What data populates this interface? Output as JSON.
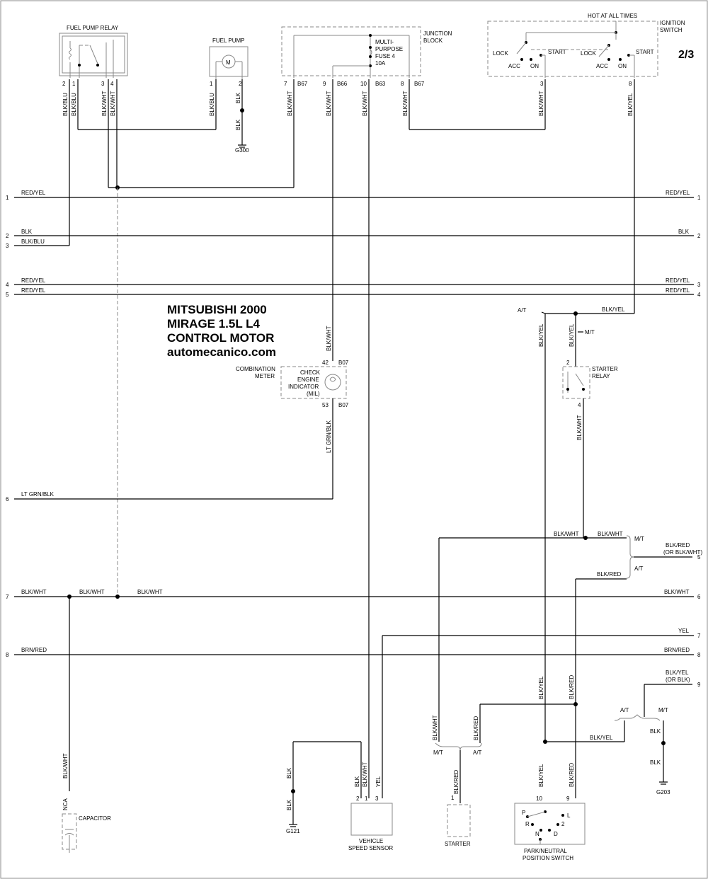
{
  "page_number": "2/3",
  "title": {
    "line1": "MITSUBISHI 2000",
    "line2": "MIRAGE 1.5L L4",
    "line3": "CONTROL MOTOR",
    "line4": "automecanico.com"
  },
  "components": {
    "fuel_pump_relay": "FUEL PUMP RELAY",
    "fuel_pump": "FUEL PUMP",
    "fuel_pump_motor_symbol": "M",
    "junction_block": [
      "JUNCTION",
      "BLOCK"
    ],
    "fuse": [
      "MULTI-",
      "PURPOSE",
      "FUSE 4",
      "10A"
    ],
    "hot_at_all_times": "HOT AT ALL TIMES",
    "ignition_switch": [
      "IGNITION",
      "SWITCH"
    ],
    "ign_lock": "LOCK",
    "ign_acc": "ACC",
    "ign_on": "ON",
    "ign_start": "START",
    "combination_meter": [
      "COMBINATION",
      "METER"
    ],
    "check_engine": [
      "CHECK",
      "ENGINE",
      "INDICATOR",
      "(MIL)"
    ],
    "starter_relay": [
      "STARTER",
      "RELAY"
    ],
    "capacitor": "CAPACITOR",
    "vehicle_speed_sensor": [
      "VEHICLE",
      "SPEED SENSOR"
    ],
    "starter": "STARTER",
    "park_neutral": [
      "PARK/NEUTRAL",
      "POSITION SWITCH"
    ],
    "prnd": [
      "P",
      "R",
      "N",
      "D",
      "2",
      "L"
    ]
  },
  "grounds": [
    "G300",
    "G121",
    "G203"
  ],
  "pins": {
    "relay": [
      "2",
      "1",
      "3",
      "4"
    ],
    "pump": [
      "1",
      "2"
    ],
    "jb": [
      {
        "pin": "7",
        "conn": "B67"
      },
      {
        "pin": "9",
        "conn": "B66"
      },
      {
        "pin": "10",
        "conn": "B63"
      },
      {
        "pin": "8",
        "conn": "B67"
      }
    ],
    "ign": [
      "3",
      "8"
    ],
    "meter_top": {
      "pin": "42",
      "conn": "B07"
    },
    "meter_bot": {
      "pin": "53",
      "conn": "B07"
    },
    "starter_relay": [
      "2",
      "4"
    ],
    "vss": [
      "2",
      "1",
      "3"
    ],
    "starter": "1",
    "pnp": [
      "10",
      "9"
    ]
  },
  "wires": {
    "relay_col": [
      "BLK/BLU",
      "BLK/BLU",
      "BLK/WHT",
      "BLK/WHT"
    ],
    "pump1": "BLK/BLU",
    "pump2": "BLK",
    "pump2b": "BLK",
    "jb7": "BLK/WHT",
    "jb9": "BLK/WHT",
    "jb10": "BLK/WHT",
    "jb8": "BLK/WHT",
    "ign3": "BLK/WHT",
    "ign8": "BLK/YEL",
    "meter_in": "BLK/WHT",
    "meter_out": "LT GRN/BLK",
    "at_left": "BLK/YEL",
    "mt_right": "BLK/YEL",
    "sr_out": "BLK/WHT",
    "blkyel_top": "BLK/YEL",
    "at_label": "A/T",
    "mt_label": "M/T",
    "blkwht_h1": "BLK/WHT",
    "blkwht_h2": "BLK/WHT",
    "mt2": "M/T",
    "at2": "A/T",
    "blkred_alt": [
      "BLK/RED",
      "(OR BLK/WHT)"
    ],
    "blkred_h": "BLK/RED",
    "cap_wire": "BLK/WHT",
    "cap_nca": "NCA",
    "lower_blkyel": "BLK/YEL",
    "lower_blkred": "BLK/RED",
    "vss_blk": "BLK",
    "vss_blk2": "BLK",
    "vss_c1": "BLK",
    "vss_c2": "BLK/WHT",
    "vss_c3": "YEL",
    "blkwht_low": "BLK/WHT",
    "blkred_low": "BLK/RED",
    "mt3": "M/T",
    "at3": "A/T",
    "starter_wire": "BLK/RED",
    "pnp_blkyel": "BLK/YEL",
    "pnp_blkred": "BLK/RED",
    "blkyel_h": "BLK/YEL",
    "at4": "A/T",
    "mt4": "M/T",
    "blkyel_or": [
      "BLK/YEL",
      "(OR BLK)"
    ],
    "g203_blk1": "BLK",
    "g203_blk2": "BLK"
  },
  "bus_rows": [
    {
      "left_num": "1",
      "left_label": "RED/YEL",
      "right_label": "RED/YEL",
      "right_num": "1"
    },
    {
      "left_num": "2",
      "left_label": "BLK",
      "right_label": "BLK",
      "right_num": "2"
    },
    {
      "left_num": "3",
      "left_label": "BLK/BLU",
      "right_label": "",
      "right_num": ""
    },
    {
      "left_num": "4",
      "left_label": "RED/YEL",
      "right_label": "RED/YEL",
      "right_num": "3"
    },
    {
      "left_num": "5",
      "left_label": "RED/YEL",
      "right_label": "RED/YEL",
      "right_num": "4"
    },
    {
      "left_num": "6",
      "left_label": "LT GRN/BLK",
      "right_label": "",
      "right_num": ""
    },
    {
      "left_num": "",
      "left_label": "",
      "right_label": "",
      "right_num": "5"
    },
    {
      "left_num": "7",
      "left_label": "BLK/WHT",
      "right_label": "BLK/WHT",
      "right_num": "6"
    },
    {
      "left_num": "",
      "left_label": "",
      "right_label": "YEL",
      "right_num": "7"
    },
    {
      "left_num": "8",
      "left_label": "BRN/RED",
      "right_label": "BRN/RED",
      "right_num": "8"
    },
    {
      "left_num": "",
      "left_label": "",
      "right_label": "",
      "right_num": "9"
    }
  ],
  "bus_mid_labels": [
    "BLK/WHT",
    "BLK/WHT"
  ]
}
